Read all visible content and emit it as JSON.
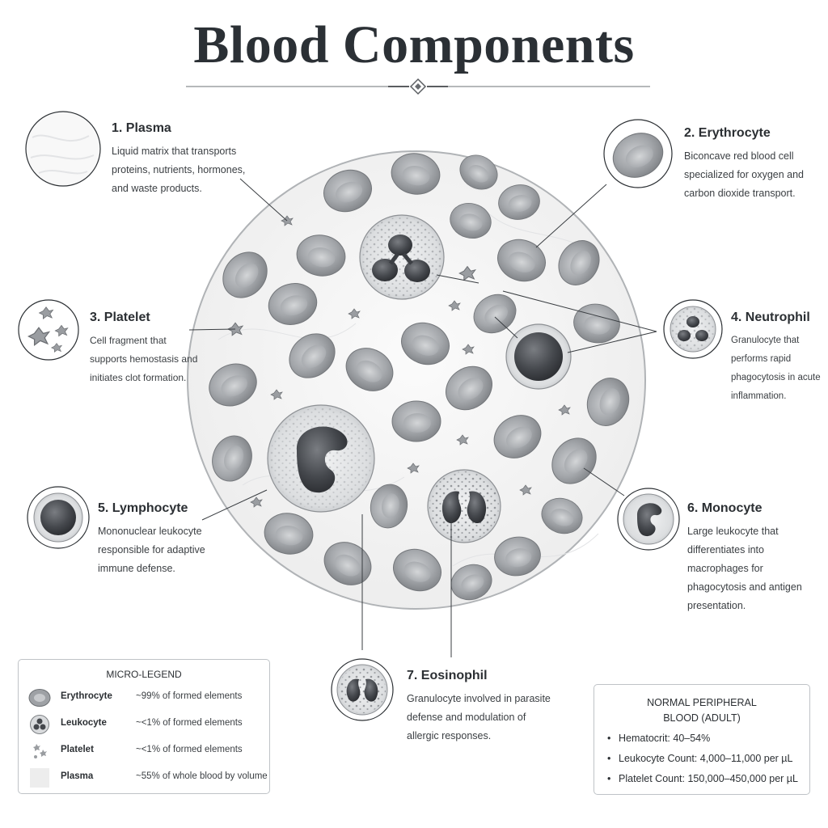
{
  "title": "Blood Components",
  "callouts": [
    {
      "id": "plasma",
      "heading": "1. Plasma",
      "text": "Liquid matrix that transports proteins, nutrients, hormones, and waste products."
    },
    {
      "id": "erythrocyte",
      "heading": "2. Erythrocyte",
      "text": "Biconcave red blood cell specialized for oxygen and carbon dioxide transport."
    },
    {
      "id": "platelet",
      "heading": "3. Platelet",
      "text": "Cell fragment that supports hemostasis and initiates clot formation."
    },
    {
      "id": "neutrophil",
      "heading": "4. Neutrophil",
      "text": "Granulocyte that performs rapid phagocytosis in acute inflammation."
    },
    {
      "id": "lymphocyte",
      "heading": "5. Lymphocyte",
      "text": "Mononuclear leukocyte responsible for adaptive immune defense."
    },
    {
      "id": "monocyte",
      "heading": "6. Monocyte",
      "text": "Large leukocyte that differentiates into macrophages for phagocytosis and antigen presentation."
    },
    {
      "id": "eosinophil",
      "heading": "7. Eosinophil",
      "text": "Granulocyte involved in parasite defense and modulation of allergic responses."
    }
  ],
  "legend": {
    "title": "MICRO-LEGEND",
    "items": [
      {
        "name": "Erythrocyte",
        "desc": "~99% of formed elements",
        "icon": "erythrocyte-icon"
      },
      {
        "name": "Leukocyte",
        "desc": "~<1% of formed elements",
        "icon": "leukocyte-icon"
      },
      {
        "name": "Platelet",
        "desc": "~<1% of formed elements",
        "icon": "platelet-icon"
      },
      {
        "name": "Plasma",
        "desc": "~55% of whole blood by volume",
        "icon": "plasma-swatch"
      }
    ]
  },
  "normal_values": {
    "title": "NORMAL PERIPHERAL BLOOD (ADULT)",
    "items": [
      "Hematocrit: 40–54%",
      "Leukocyte Count: 4,000–11,000 per µL",
      "Platelet Count: 150,000–450,000 per µL"
    ]
  },
  "colors": {
    "ink": "#2b2f33",
    "rbc": "#8f9296",
    "nucleus": "#3c3f44",
    "rule": "#8a8d91"
  }
}
